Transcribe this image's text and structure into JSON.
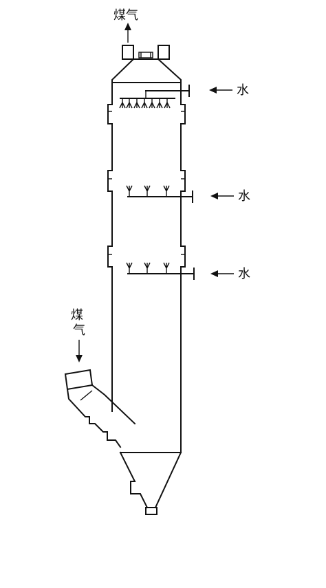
{
  "labels": {
    "gas_outlet": "煤气",
    "gas_inlet_1": "煤",
    "gas_inlet_2": "气",
    "water_1": "水",
    "water_2": "水",
    "water_3": "水"
  },
  "colors": {
    "ink": "#111111",
    "paper": "#ffffff"
  },
  "icons": {
    "arrow": "arrow-icon",
    "nozzle": "spray-nozzle-icon"
  }
}
